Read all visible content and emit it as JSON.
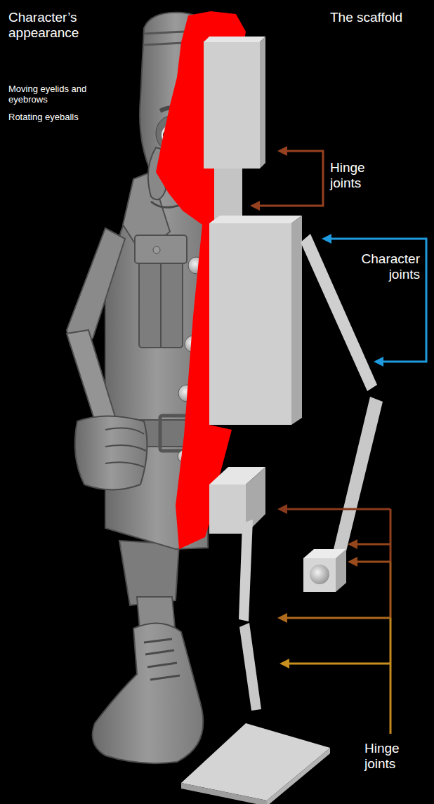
{
  "diagram": {
    "labels": [
      "Character’s appearance",
      "The scaffold",
      "Moving eyelids and eyebrows",
      "Rotating eyeballs",
      "Hinge joints",
      "Character joints",
      "Hinge joints"
    ]
  }
}
